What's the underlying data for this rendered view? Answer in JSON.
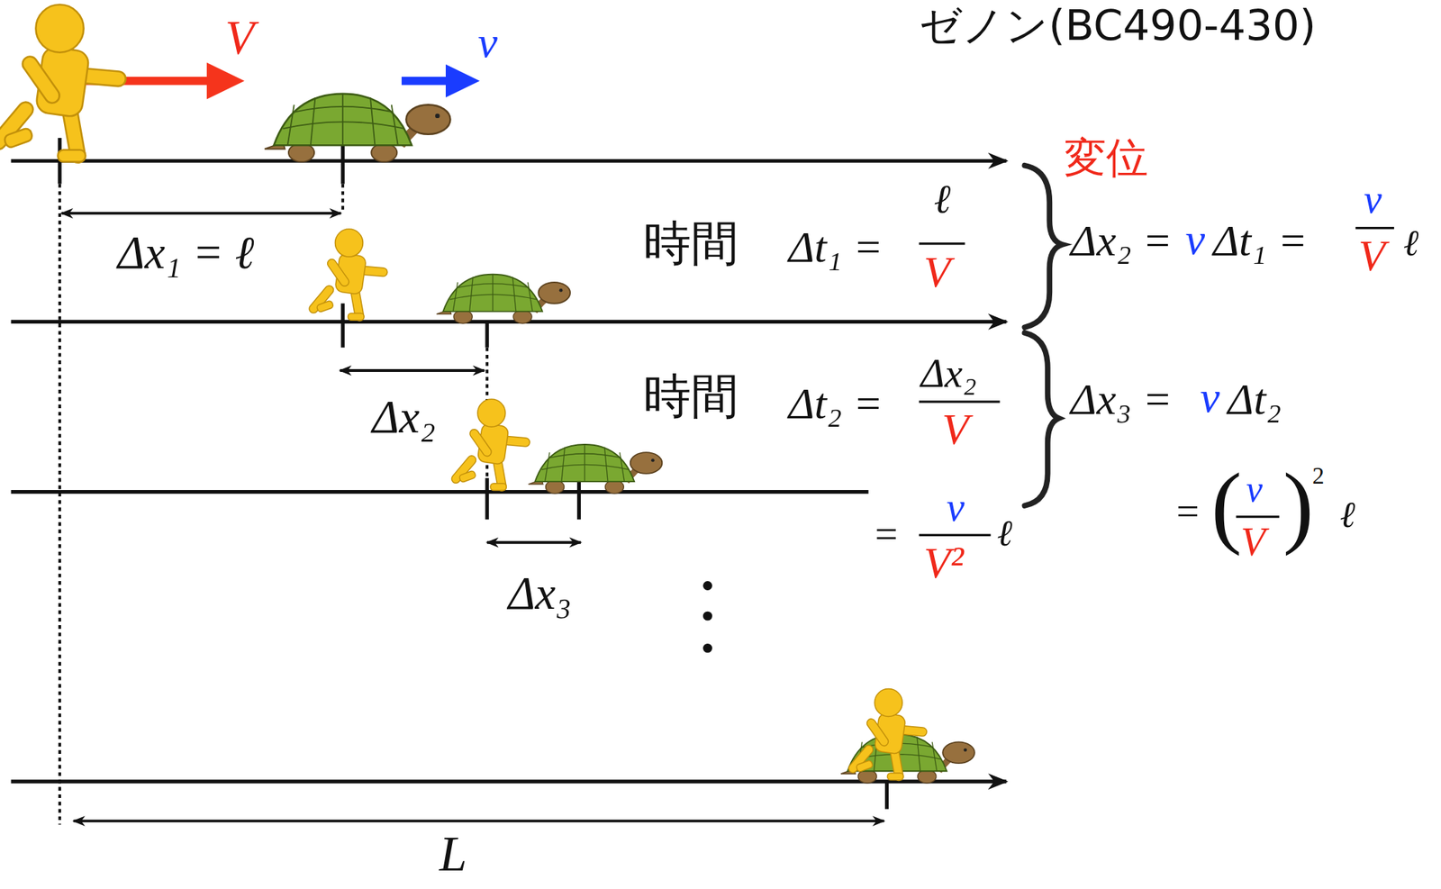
{
  "diagram": {
    "title": "ゼノン(BC490-430)",
    "labels": [
      "V",
      "v",
      "変位",
      "Δx₁ = ℓ",
      "時間",
      "Δt₁ =",
      "ℓ",
      "V",
      "Δx₂ =",
      "v",
      "Δt₁ =",
      "v",
      "V",
      "ℓ",
      "Δx₂",
      "時間",
      "Δt₂ =",
      "Δx₂",
      "V",
      "=",
      "v",
      "V²",
      "ℓ",
      "Δx₃ =",
      "v",
      "Δt₂",
      "=",
      "(",
      "v",
      "V",
      ")",
      "2",
      "ℓ",
      "Δx₃",
      "L"
    ]
  }
}
